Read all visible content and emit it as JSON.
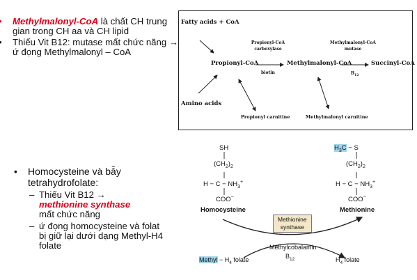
{
  "bullets_top": {
    "item1": {
      "emph": "Methylmalonyl-CoA",
      "rest": " là chất CH trung gian trong CH aa và CH lipid"
    },
    "item2": {
      "text": "Thiếu Vit B12: mutase mất chức năng → ứ đọng Methylmalonyl – CoA"
    }
  },
  "pathway": {
    "fatty_acids": "Fatty acids + CoA",
    "propionyl_coa": "Propionyl-CoA",
    "enzyme1_line1": "Propionyl-CoA",
    "enzyme1_line2": "carboxylase",
    "biotin": "biotin",
    "methylmalonyl_coa": "Methylmalonyl-CoA",
    "enzyme2_line1": "Methylmalonyl-CoA",
    "enzyme2_line2": "mutase",
    "b12": "B",
    "b12_sub": "12",
    "succinyl_coa": "Succinyl-CoA",
    "amino_acids": "Amino acids",
    "propionyl_carnitine": "Propionyl carnitine",
    "methylmalonyl_carnitine": "Methylmalonyl carnitine"
  },
  "bullets_bottom": {
    "main": "Homocysteine và bẫy tetrahydrofolate:",
    "sub1_a": "Thiếu Vit B12 →",
    "sub1_emph": "methionine synthase",
    "sub1_b": "mất chức năng",
    "sub2": "ứ đọng homocysteine và folat bị giữ lại dưới dạng Methyl-H4 folate"
  },
  "reaction": {
    "sh": "SH",
    "ch2": "(CH",
    "ch2_sub": "2",
    "ch2_close": ")",
    "h_c": "H − C − NH",
    "nh3_sub": "3",
    "plus": "+",
    "coo": "COO",
    "minus": "−",
    "homocysteine": "Homocysteine",
    "h3c": "H",
    "h3c_sub": "3",
    "h3c_c": "C",
    "s": "− S",
    "methionine": "Methionine",
    "enzyme_line1": "Methionine",
    "enzyme_line2": "synthase",
    "cofactor": "Methylcobalamin",
    "cof_b": "B",
    "cof_b_sub": "12",
    "methyl": "Methyl",
    "h4folate_left": "− H",
    "h4folate_right": "H",
    "four": "4",
    "folate": " folate"
  }
}
